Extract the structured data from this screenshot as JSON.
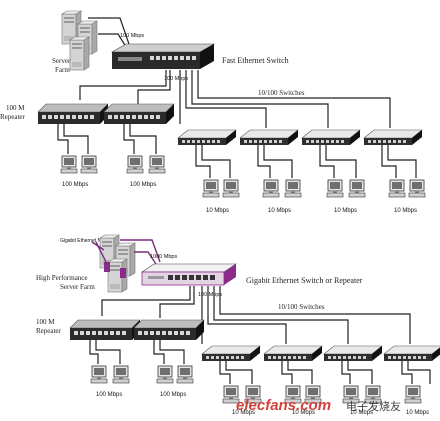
{
  "colors": {
    "gigabit_accent": "#8a2a8a",
    "switch_body": "#2b2b2b",
    "hub_top": "#e8e8e8",
    "server": "#cfcfcf",
    "wire": "#222222"
  },
  "top": {
    "server_farm_label_1": "Server",
    "server_farm_label_2": "Farm",
    "uplink_speed": "100 Mbps",
    "switch_label": "Fast Ethernet Switch",
    "downlink_speed": "100 Mbps",
    "switches_label": "10/100 Switches",
    "repeater_label_1": "100 M",
    "repeater_label_2": "Repeater",
    "pc_group_speeds": [
      "100 Mbps",
      "100 Mbps"
    ],
    "switch_group_speeds": [
      "10 Mbps",
      "10 Mbps",
      "10 Mbps",
      "10 Mbps"
    ]
  },
  "bottom": {
    "nic_label": "Gigabit Ethernet NICs",
    "uplink_speed": "1000 Mbps",
    "server_farm_label_1": "High Performance",
    "server_farm_label_2": "Server Farm",
    "switch_label": "Gigabit Ethernet Switch or Repeater",
    "downlink_speed": "100 Mbps",
    "switches_label": "10/100 Switches",
    "repeater_label_1": "100 M",
    "repeater_label_2": "Repeater",
    "pc_group_speeds": [
      "100 Mbps",
      "100 Mbps"
    ],
    "switch_group_speeds": [
      "10 Mbps",
      "10 Mbps",
      "10 Mbps",
      "10 Mbps"
    ]
  },
  "watermark": {
    "site": "elecfans.com",
    "cn": "电子发烧友"
  }
}
